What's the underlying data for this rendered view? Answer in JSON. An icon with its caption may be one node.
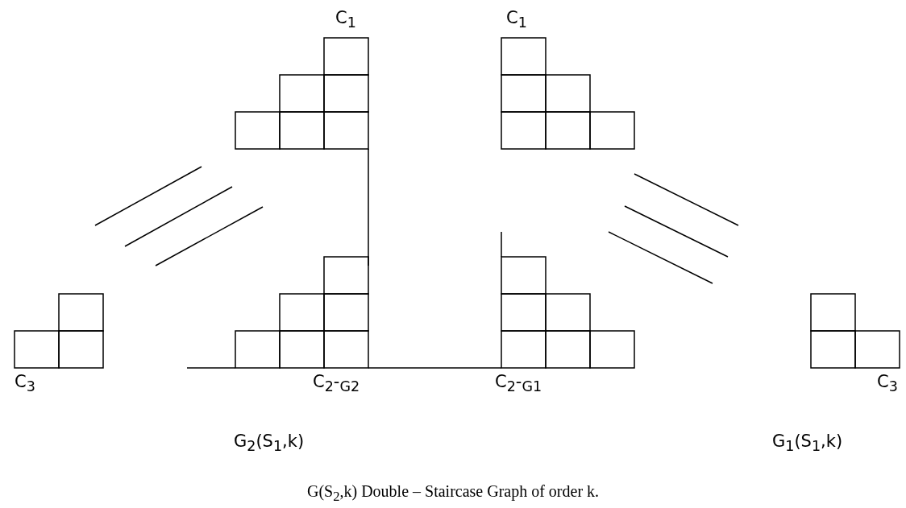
{
  "diagram": {
    "caption": "G(S$_{2}$,k) Double – Staircase Graph of order k.",
    "labels": [
      "C$_{1}$",
      "C$_{1}$",
      "C$_{3}$",
      "C$_{2}$-$_{G2}$",
      "C$_{2}$-$_{G1}$",
      "C$_{3}$",
      "G$_{2}$(S$_{1}$,k)",
      "G$_{1}$(S$_{1}$,k)"
    ]
  }
}
